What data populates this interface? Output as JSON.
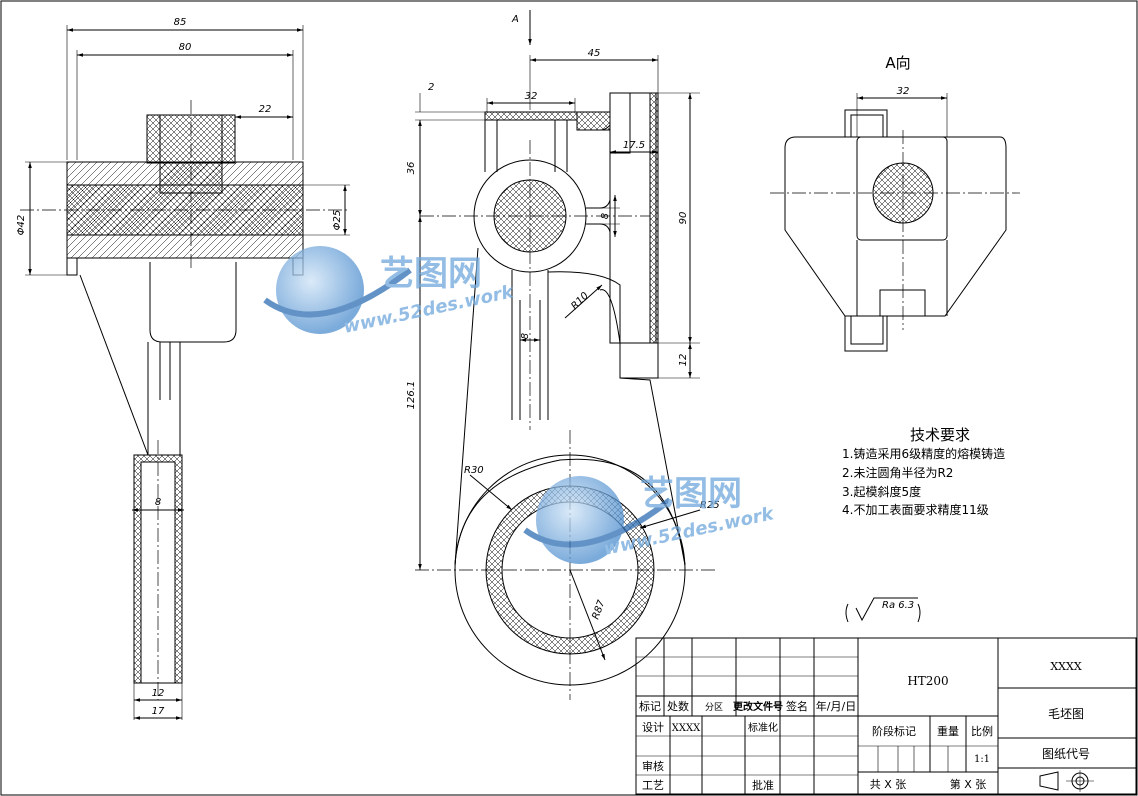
{
  "dimensions": {
    "left_w85": "85",
    "left_w80": "80",
    "left_w22": "22",
    "left_d42": "Φ42",
    "left_d25": "Φ25",
    "left_w8": "8",
    "left_w12": "12",
    "left_w17": "17",
    "view_arrow": "A",
    "mid_w2": "2",
    "mid_w32": "32",
    "mid_w45": "45",
    "mid_h36": "36",
    "mid_w17_5": "17.5",
    "mid_h8a": "8",
    "mid_h90": "90",
    "mid_r10": "R10",
    "mid_w8b": "8",
    "mid_h12": "12",
    "mid_h126": "126.1",
    "mid_r30": "R30",
    "mid_r25": "R25",
    "mid_d87": "R87",
    "right_w32": "32"
  },
  "view_label": "A向",
  "tech_requirements": {
    "title": "技术要求",
    "items": [
      "1.铸造采用6级精度的熔模铸造",
      "2.未注圆角半径为R2",
      "3.起模斜度5度",
      "4.不加工表面要求精度11级"
    ]
  },
  "roughness": "Ra 6.3",
  "title_block": {
    "mark": "标记",
    "qty": "处数",
    "zone": "分区",
    "change_doc": "更改文件号",
    "sign": "签名",
    "date": "年/月/日",
    "design": "设计",
    "design_name": "XXXX",
    "standard": "标准化",
    "review": "审核",
    "process": "工艺",
    "approve": "批准",
    "material": "HT200",
    "stage": "阶段标记",
    "weight": "重量",
    "scale_label": "比例",
    "scale": "1:1",
    "total": "共 X 张",
    "sheet": "第 X 张",
    "company": "XXXX",
    "drawing_name": "毛坯图",
    "drawing_no": "图纸代号"
  },
  "watermarks": [
    {
      "name": "艺图网",
      "url": "www.52des.work"
    },
    {
      "name": "艺图网",
      "url": "www.52des.work"
    }
  ]
}
